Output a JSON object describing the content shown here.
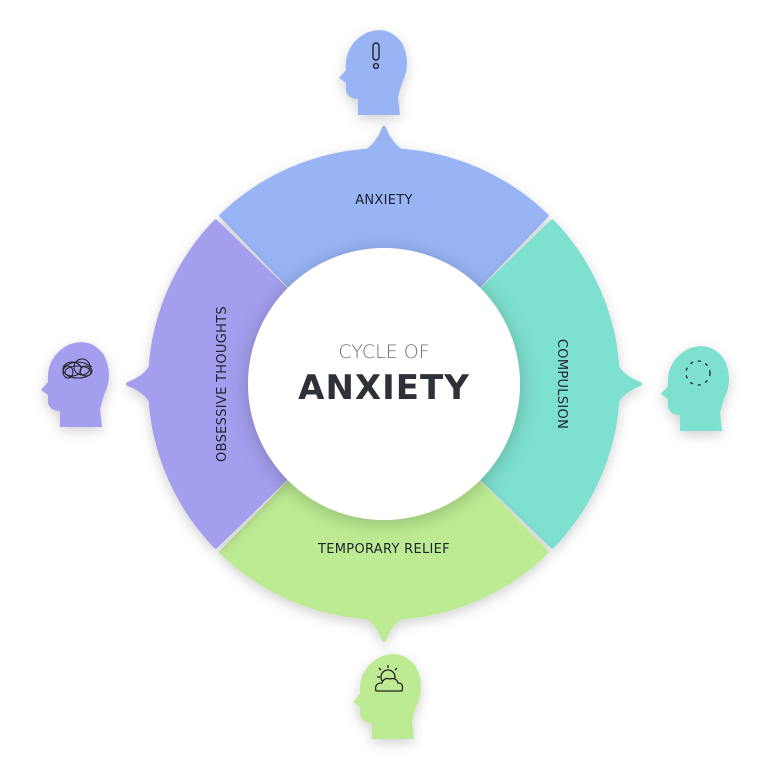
{
  "center": {
    "line1": "CYCLE OF",
    "line2": "ANXIETY"
  },
  "segments": [
    {
      "label": "ANXIETY",
      "color": "#98b4f4",
      "icon": "exclamation-icon"
    },
    {
      "label": "COMPULSION",
      "color": "#7ee0cf",
      "icon": "dashed-circle-icon"
    },
    {
      "label": "TEMPORARY RELIEF",
      "color": "#bdeb93",
      "icon": "sun-cloud-icon"
    },
    {
      "label": "OBSESSIVE THOUGHTS",
      "color": "#a39fee",
      "icon": "tangled-thoughts-icon"
    }
  ]
}
